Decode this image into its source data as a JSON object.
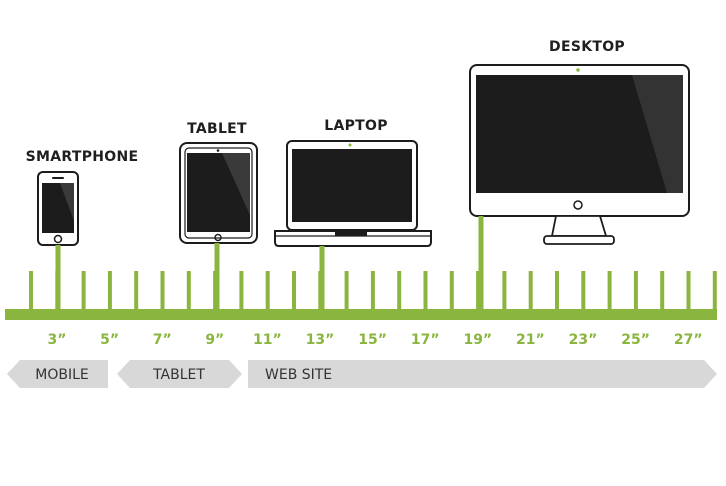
{
  "devices": {
    "smartphone": "SMARTPHONE",
    "tablet": "TABLET",
    "laptop": "LAPTOP",
    "desktop": "DESKTOP"
  },
  "scale": {
    "labels": [
      "3”",
      "5”",
      "7”",
      "9”",
      "11”",
      "13”",
      "15”",
      "17”",
      "19”",
      "21”",
      "23”",
      "25”",
      "27”"
    ]
  },
  "bands": {
    "mobile": "MOBILE",
    "tablet": "TABLET",
    "website": "WEB SITE"
  },
  "colors": {
    "accent_green": "#8ab53f",
    "band_gray": "#d8d8d8",
    "device_dark": "#1c1c1c"
  }
}
